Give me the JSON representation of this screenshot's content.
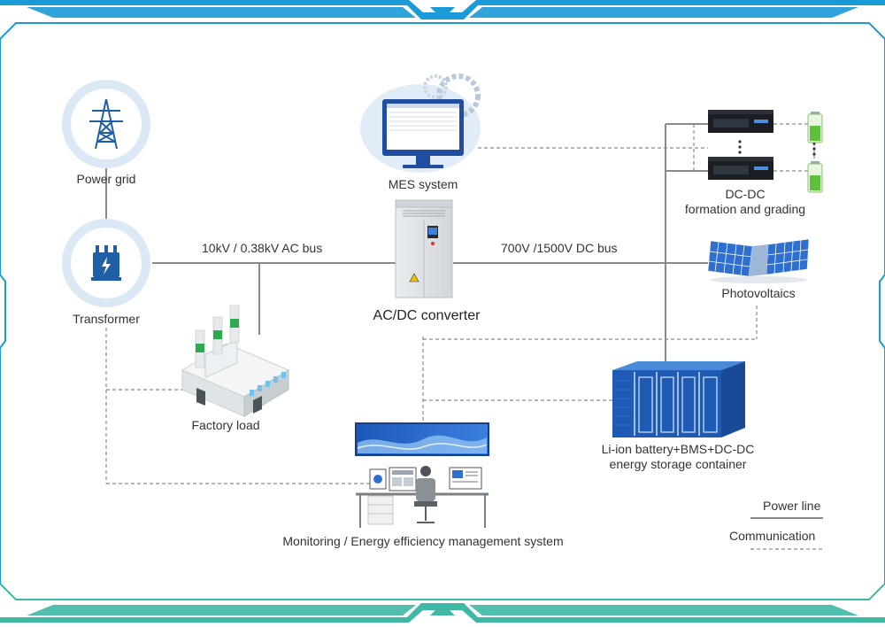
{
  "nodes": {
    "power_grid": {
      "label": "Power grid"
    },
    "transformer": {
      "label": "Transformer"
    },
    "mes": {
      "label": "MES system"
    },
    "converter": {
      "label": "AC/DC converter"
    },
    "dcdc": {
      "label": "DC-DC\nformation and grading"
    },
    "pv": {
      "label": "Photovoltaics"
    },
    "factory": {
      "label": "Factory load"
    },
    "storage": {
      "label": "Li-ion battery+BMS+DC-DC\nenergy storage container"
    },
    "monitoring": {
      "label": "Monitoring / Energy efficiency management system"
    }
  },
  "buses": {
    "ac": {
      "label": "10kV / 0.38kV AC bus"
    },
    "dc": {
      "label": "700V /1500V DC bus"
    }
  },
  "legend": {
    "power_line": "Power line",
    "communication": "Communication"
  },
  "colors": {
    "frame_blue": "#1a9ad6",
    "frame_teal": "#3fb8a5",
    "icon_blue": "#1f5fa8",
    "icon_circle": "#dbe9f6",
    "line_gray": "#8a8a8a",
    "battery_green": "#5fbf3f"
  },
  "icons": {
    "power_grid": "transmission-tower-icon",
    "transformer": "transformer-icon"
  }
}
